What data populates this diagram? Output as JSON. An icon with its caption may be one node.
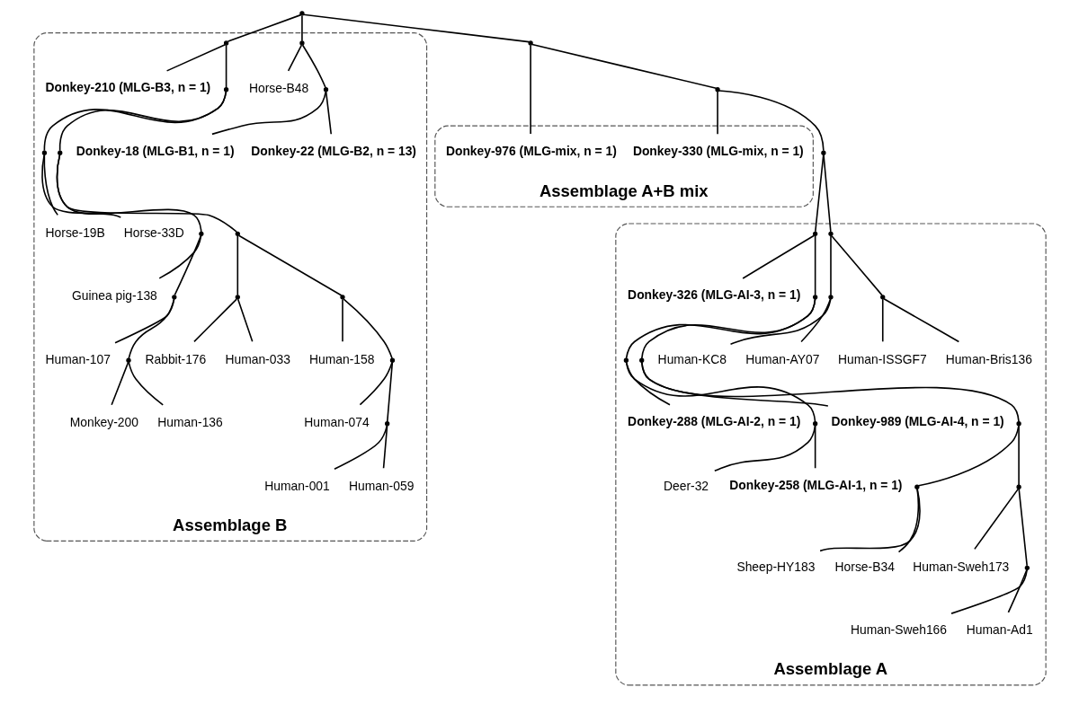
{
  "diagram": {
    "nodes": [
      {
        "text": [
          "Assemblage B"
        ]
      },
      {
        "text": [
          "Human-001"
        ],
        "in": 0
      },
      {
        "text": [
          "Human-059"
        ],
        "in": 0
      },
      {
        "text": [
          "Human-074"
        ],
        "in": 0
      },
      {
        "text": [
          "Human-158"
        ],
        "in": 0
      },
      {
        "text": [
          "Rabbit-176"
        ],
        "in": 0
      },
      {
        "text": [
          "Human-033"
        ],
        "in": 0
      },
      {
        "text": [
          "Monkey-200"
        ],
        "in": 0
      },
      {
        "text": [
          "Human-136"
        ],
        "in": 0
      },
      {
        "text": [
          "Human-107"
        ],
        "in": 0
      },
      {
        "text": [
          "Guinea pig-138"
        ],
        "in": 0
      },
      {
        "text": [
          "Horse-19B"
        ],
        "in": 0
      },
      {
        "text": [
          "Horse-33D"
        ],
        "in": 0
      },
      {
        "text": [
          "Donkey-210 (MLG-B3, n = 1)"
        ],
        "in": 0
      },
      {
        "text": [
          "Donkey-18 (MLG-B1, n = 1)"
        ],
        "in": 0
      },
      {
        "text": [
          "Donkey-22 (MLG-B2, n = 13)"
        ],
        "in": 0
      },
      {
        "text": [
          "Horse-B48"
        ],
        "in": 0
      },
      {
        "text": [
          "Assemblage A+B mix"
        ]
      },
      {
        "text": [
          "Donkey-976 (MLG-mix, n = 1)"
        ],
        "in": 17
      },
      {
        "text": [
          "Donkey-330 (MLG-mix, n = 1)"
        ],
        "in": 17
      },
      {
        "text": [
          "Assemblage A"
        ]
      },
      {
        "text": [
          "Human-KC8"
        ],
        "in": 20
      },
      {
        "text": [
          "Human-AY07"
        ],
        "in": 20
      },
      {
        "text": [
          "Human-ISSGF7"
        ],
        "in": 20
      },
      {
        "text": [
          "Human-Bris136"
        ],
        "in": 20
      },
      {
        "text": [
          "Donkey-326 (MLG-AI-3, n = 1)"
        ],
        "in": 20
      },
      {
        "text": [
          "Donkey-288 (MLG-AI-2, n = 1)"
        ],
        "in": 20
      },
      {
        "text": [
          "Deer-32"
        ],
        "in": 20
      },
      {
        "text": [
          "Donkey-258 (MLG-AI-1, n = 1)"
        ],
        "in": 20
      },
      {
        "text": [
          "Donkey-989 (MLG-AI-4, n = 1)"
        ],
        "in": 20
      },
      {
        "text": [
          "Sheep-HY183"
        ],
        "in": 20
      },
      {
        "text": [
          "Horse-B34"
        ],
        "in": 20
      },
      {
        "text": [
          "Human-Sweh173"
        ],
        "in": 20
      },
      {
        "text": [
          "Human-Sweh166"
        ],
        "in": 20
      },
      {
        "text": [
          "Human-Ad1"
        ],
        "in": 20
      },
      {
        "text": [],
        "shape": "point"
      },
      {
        "text": [],
        "shape": "point",
        "in": 0
      },
      {
        "text": [],
        "shape": "point",
        "in": 0
      },
      {
        "text": [],
        "shape": "point",
        "in": 0
      },
      {
        "text": [],
        "shape": "point",
        "in": 0
      },
      {
        "text": [],
        "shape": "point",
        "in": 0
      },
      {
        "text": [],
        "shape": "point",
        "in": 0
      },
      {
        "text": [],
        "shape": "point",
        "in": 0
      },
      {
        "text": [],
        "shape": "point",
        "in": 0
      },
      {
        "text": [],
        "shape": "point",
        "in": 0
      },
      {
        "text": [],
        "shape": "point",
        "in": 0
      },
      {
        "text": [],
        "shape": "point",
        "in": 0
      },
      {
        "text": [],
        "shape": "point",
        "in": 0
      },
      {
        "text": [],
        "shape": "point",
        "in": 0
      },
      {
        "text": [],
        "shape": "point",
        "in": 0
      },
      {
        "text": [],
        "shape": "point"
      },
      {
        "text": [],
        "shape": "point"
      },
      {
        "text": [],
        "shape": "point"
      },
      {
        "text": [],
        "shape": "point",
        "in": 20
      },
      {
        "text": [],
        "shape": "point",
        "in": 20
      },
      {
        "text": [],
        "shape": "point",
        "in": 20
      },
      {
        "text": [],
        "shape": "point",
        "in": 20
      },
      {
        "text": [],
        "shape": "point",
        "in": 20
      },
      {
        "text": [],
        "shape": "point",
        "in": 20
      },
      {
        "text": [],
        "shape": "point",
        "in": 20
      },
      {
        "text": [],
        "shape": "point",
        "in": 20
      },
      {
        "text": [],
        "shape": "point",
        "in": 20
      },
      {
        "text": [],
        "shape": "point",
        "in": 20
      },
      {
        "text": [],
        "shape": "point",
        "in": 20
      },
      {
        "text": [],
        "shape": "point",
        "in": 20
      }
    ],
    "edges": [
      {
        "from": 35,
        "to": 50,
        "arrow": "none"
      },
      {
        "from": 50,
        "to": 18,
        "arrow": "none"
      },
      {
        "from": 50,
        "to": 51,
        "arrow": "none"
      },
      {
        "from": 51,
        "to": 19,
        "arrow": "none"
      },
      {
        "from": 51,
        "to": 52,
        "arrow": "none"
      },
      {
        "from": 35,
        "to": 38,
        "arrow": "none"
      },
      {
        "from": 38,
        "to": 13,
        "arrow": "none"
      },
      {
        "from": 38,
        "to": 39,
        "arrow": "none"
      },
      {
        "from": 39,
        "to": 40,
        "arrow": "none"
      },
      {
        "from": 40,
        "to": 11,
        "arrow": "none"
      },
      {
        "from": 40,
        "to": 12,
        "arrow": "none"
      },
      {
        "from": 39,
        "to": 41,
        "arrow": "none"
      },
      {
        "from": 41,
        "to": 42,
        "arrow": "none"
      },
      {
        "from": 42,
        "to": 10,
        "arrow": "none"
      },
      {
        "from": 42,
        "to": 43,
        "arrow": "none"
      },
      {
        "from": 43,
        "to": 9,
        "arrow": "none"
      },
      {
        "from": 43,
        "to": 44,
        "arrow": "none"
      },
      {
        "from": 44,
        "to": 7,
        "arrow": "none"
      },
      {
        "from": 44,
        "to": 8,
        "arrow": "none"
      },
      {
        "from": 41,
        "to": 45,
        "arrow": "none"
      },
      {
        "from": 45,
        "to": 46,
        "arrow": "none"
      },
      {
        "from": 46,
        "to": 5,
        "arrow": "none"
      },
      {
        "from": 46,
        "to": 6,
        "arrow": "none"
      },
      {
        "from": 45,
        "to": 47,
        "arrow": "none"
      },
      {
        "from": 47,
        "to": 4,
        "arrow": "none"
      },
      {
        "from": 47,
        "to": 48,
        "arrow": "none"
      },
      {
        "from": 48,
        "to": 3,
        "arrow": "none"
      },
      {
        "from": 48,
        "to": 49,
        "arrow": "none"
      },
      {
        "from": 49,
        "to": 1,
        "arrow": "none"
      },
      {
        "from": 49,
        "to": 2,
        "arrow": "none"
      },
      {
        "from": 35,
        "to": 36,
        "arrow": "none"
      },
      {
        "from": 36,
        "to": 16,
        "arrow": "none"
      },
      {
        "from": 36,
        "to": 37,
        "arrow": "none"
      },
      {
        "from": 37,
        "to": 14,
        "arrow": "none"
      },
      {
        "from": 37,
        "to": 15,
        "arrow": "none"
      },
      {
        "from": 52,
        "to": 53,
        "arrow": "none"
      },
      {
        "from": 53,
        "to": 54,
        "arrow": "none"
      },
      {
        "from": 54,
        "to": 21,
        "arrow": "none"
      },
      {
        "from": 54,
        "to": 22,
        "arrow": "none"
      },
      {
        "from": 53,
        "to": 55,
        "arrow": "none"
      },
      {
        "from": 55,
        "to": 23,
        "arrow": "none"
      },
      {
        "from": 55,
        "to": 24,
        "arrow": "none"
      },
      {
        "from": 52,
        "to": 56,
        "arrow": "none"
      },
      {
        "from": 56,
        "to": 25,
        "arrow": "none"
      },
      {
        "from": 56,
        "to": 57,
        "arrow": "none"
      },
      {
        "from": 57,
        "to": 58,
        "arrow": "none"
      },
      {
        "from": 58,
        "to": 26,
        "arrow": "none"
      },
      {
        "from": 58,
        "to": 59,
        "arrow": "none"
      },
      {
        "from": 59,
        "to": 27,
        "arrow": "none"
      },
      {
        "from": 59,
        "to": 28,
        "arrow": "none"
      },
      {
        "from": 57,
        "to": 60,
        "arrow": "none"
      },
      {
        "from": 60,
        "to": 29,
        "arrow": "none"
      },
      {
        "from": 60,
        "to": 61,
        "arrow": "none"
      },
      {
        "from": 61,
        "to": 62,
        "arrow": "none"
      },
      {
        "from": 62,
        "to": 30,
        "arrow": "none"
      },
      {
        "from": 62,
        "to": 31,
        "arrow": "none"
      },
      {
        "from": 61,
        "to": 63,
        "arrow": "none"
      },
      {
        "from": 63,
        "to": 32,
        "arrow": "none"
      },
      {
        "from": 63,
        "to": 64,
        "arrow": "none"
      },
      {
        "from": 64,
        "to": 33,
        "arrow": "none"
      },
      {
        "from": 64,
        "to": 34,
        "arrow": "none"
      }
    ]
  }
}
